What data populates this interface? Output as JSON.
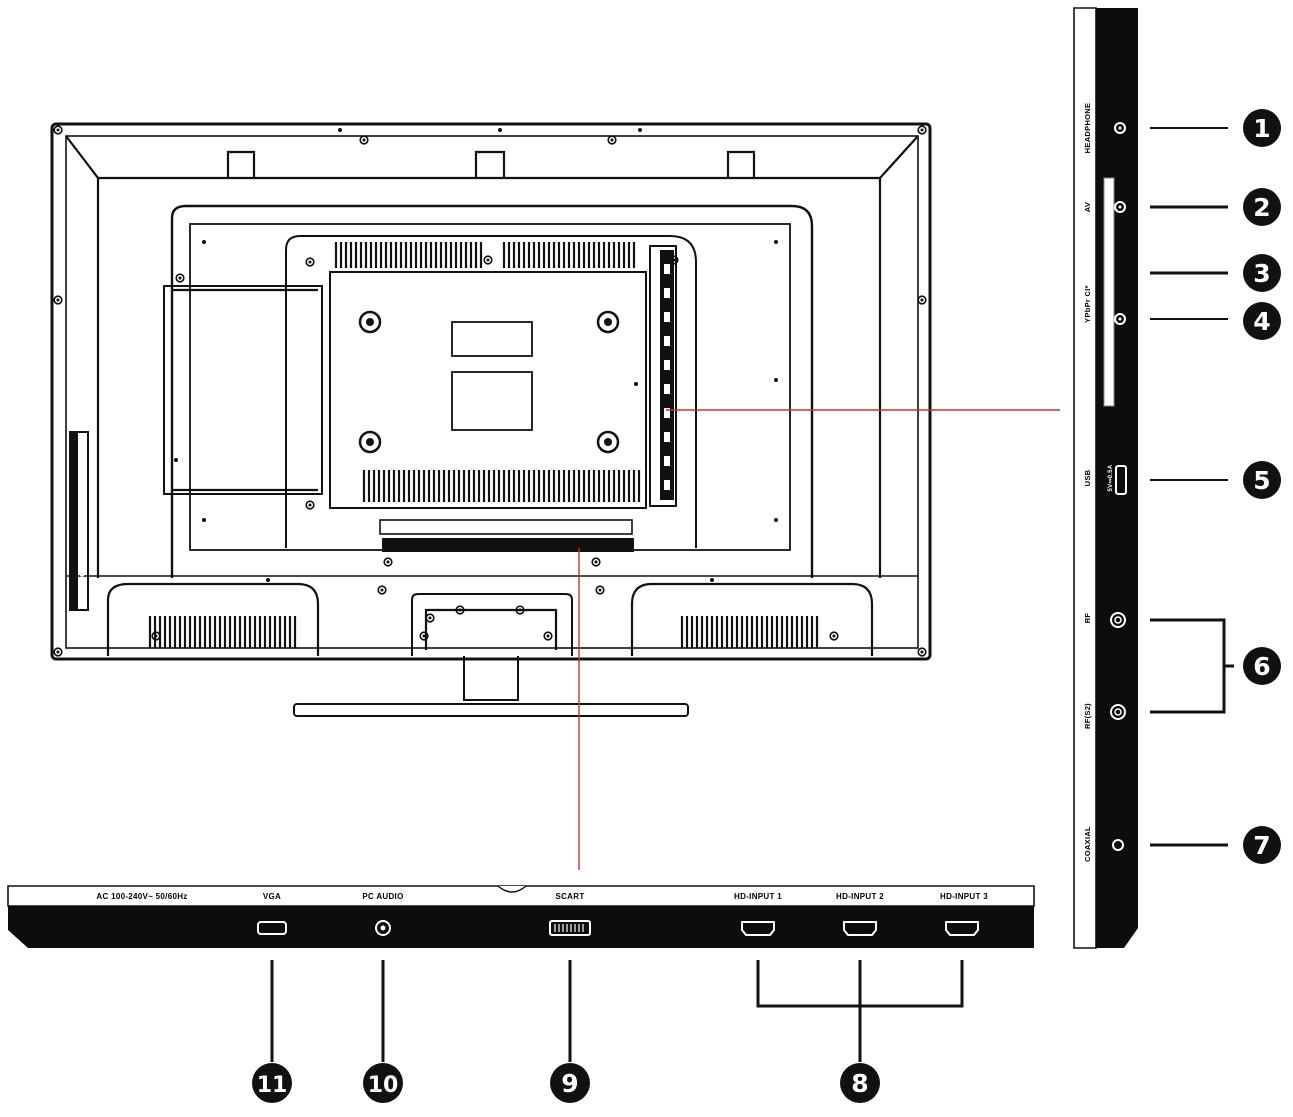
{
  "side_panel": {
    "ports": [
      {
        "label": "HEADPHONE",
        "callout": "1"
      },
      {
        "label": "AV",
        "callout": "2"
      },
      {
        "label": "YPbPr CI*",
        "callout": "3"
      },
      {
        "label": "",
        "callout": "4"
      },
      {
        "label": "USB",
        "callout": "5"
      },
      {
        "label": "RF",
        "callout": "6"
      },
      {
        "label": "RF(S2)",
        "callout": ""
      },
      {
        "label": "COAXIAL",
        "callout": "7"
      }
    ],
    "usb_mark": "5V⎓0.5A"
  },
  "bottom_panel": {
    "power_label": "AC 100-240V~ 50/60Hz",
    "ports": [
      {
        "label": "VGA",
        "callout": "11"
      },
      {
        "label": "PC AUDIO",
        "callout": "10"
      },
      {
        "label": "SCART",
        "callout": "9"
      },
      {
        "label": "HD-INPUT 1",
        "callout": "8"
      },
      {
        "label": "HD-INPUT 2",
        "callout": ""
      },
      {
        "label": "HD-INPUT 3",
        "callout": ""
      }
    ]
  },
  "colors": {
    "line": "#111111",
    "leader": "#c0392b",
    "panel": "#0d0d0d"
  }
}
